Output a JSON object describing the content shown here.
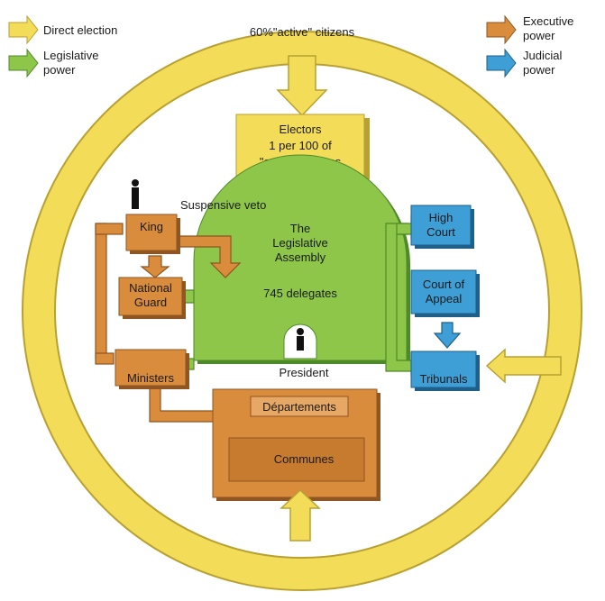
{
  "legend": {
    "direct_election": "Direct election",
    "legislative_power_1": "Legislative",
    "legislative_power_2": "power",
    "executive_power_1": "Executive",
    "executive_power_2": "power",
    "judicial_power_1": "Judicial",
    "judicial_power_2": "power"
  },
  "ring_label": "60%\"active\" citizens",
  "electors": {
    "line1": "Electors",
    "line2": "1 per 100 of",
    "line3": "\"active\" citizens"
  },
  "suspensive_veto": "Suspensive veto",
  "assembly": {
    "line1": "The",
    "line2": "Legislative",
    "line3": "Assembly",
    "delegates": "745 delegates"
  },
  "president": "President",
  "executive": {
    "king": "King",
    "national_guard_1": "National",
    "national_guard_2": "Guard",
    "ministers": "Ministers",
    "departements": "Départements",
    "communes": "Communes"
  },
  "judicial": {
    "high_court_1": "High",
    "high_court_2": "Court",
    "court_appeal_1": "Court of",
    "court_appeal_2": "Appeal",
    "tribunals": "Tribunals"
  },
  "colors": {
    "yellow": "#f3dc58",
    "yellow_dark": "#b8a132",
    "green": "#8dc648",
    "green_dark": "#4f8a2a",
    "orange": "#d98c3c",
    "orange_dark": "#8f5522",
    "blue": "#3d9fd6",
    "blue_dark": "#1f5f8a"
  }
}
